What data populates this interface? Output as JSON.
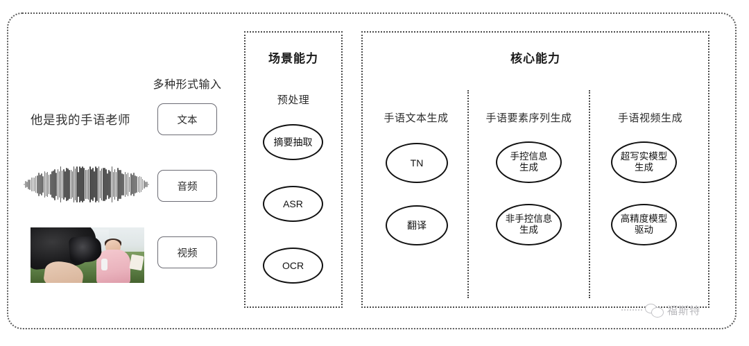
{
  "diagram": {
    "title_hidden": "",
    "input_section": {
      "heading": "多种形式输入",
      "sample_text": "他是我的手语老师",
      "modalities": [
        {
          "label": "文本",
          "icon": "text-icon"
        },
        {
          "label": "音频",
          "icon": "waveform-icon"
        },
        {
          "label": "视频",
          "icon": "video-thumbnail-icon"
        }
      ]
    },
    "scene_panel": {
      "title": "场景能力",
      "subtitle": "预处理",
      "nodes": [
        {
          "label": "摘要抽取"
        },
        {
          "label": "ASR"
        },
        {
          "label": "OCR"
        }
      ]
    },
    "core_panel": {
      "title": "核心能力",
      "columns": [
        {
          "heading": "手语文本生成",
          "nodes": [
            {
              "line1": "TN",
              "line2": ""
            },
            {
              "line1": "翻译",
              "line2": ""
            }
          ]
        },
        {
          "heading": "手语要素序列生成",
          "nodes": [
            {
              "line1": "手控信息",
              "line2": "生成"
            },
            {
              "line1": "非手控信息",
              "line2": "生成"
            }
          ]
        },
        {
          "heading": "手语视频生成",
          "nodes": [
            {
              "line1": "超写实模型",
              "line2": "生成"
            },
            {
              "line1": "高精度模型",
              "line2": "驱动"
            }
          ]
        }
      ]
    },
    "watermark": {
      "label": "福斯特",
      "icon": "wechat-bubbles-icon"
    },
    "colors": {
      "background": "#ffffff",
      "border": "#4a4a4a",
      "text": "#2b2b2b",
      "node_stroke": "#111111",
      "box_stroke": "#6b6b73",
      "watermark": "#b9b9bd"
    }
  }
}
